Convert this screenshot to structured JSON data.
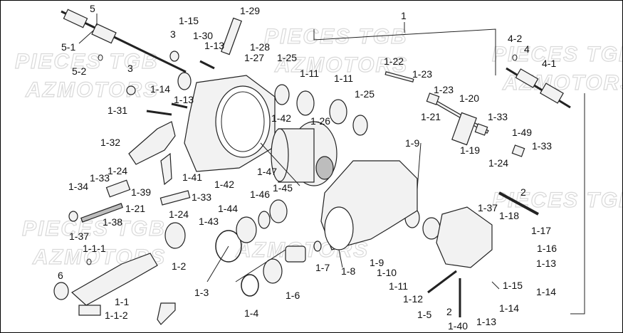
{
  "watermarks": [
    "PIECES TGB",
    "AZMOTORS",
    "PIECES TGB",
    "AZMOTORS",
    "PIECES TGB",
    "AZMOTORS",
    "PIECES TGB",
    "AZMOTORS",
    "PIECES TGB",
    "AZMOTORS"
  ],
  "callouts": [
    "5",
    "5-1",
    "5-2",
    "3",
    "3",
    "1-15",
    "1-30",
    "1-29",
    "1-28",
    "1-27",
    "1-13",
    "1-14",
    "1-13",
    "1-31",
    "1-32",
    "1-24",
    "1-33",
    "1-34",
    "1-39",
    "1-21",
    "1-24",
    "1-33",
    "1-37",
    "1-38",
    "1-41",
    "1-42",
    "1-47",
    "1-46",
    "1-42",
    "1-25",
    "1-11",
    "1-11",
    "1-25",
    "1-26",
    "1",
    "1-22",
    "1-23",
    "1-21",
    "1-23",
    "1-20",
    "1-33",
    "1-19",
    "1-49",
    "1-24",
    "1-33",
    "4-2",
    "4",
    "4-1",
    "1-9",
    "1-45",
    "1-44",
    "1-43",
    "2",
    "1-37",
    "1-18",
    "1-17",
    "1-16",
    "1-13",
    "1-14",
    "1-15",
    "1-14",
    "1-1-1",
    "6",
    "1-1",
    "1-1-2",
    "1-2",
    "1-3",
    "1-4",
    "1-6",
    "1-7",
    "1-8",
    "1-9",
    "1-10",
    "1-11",
    "1-12",
    "1-5",
    "2",
    "1-40",
    "1-13"
  ]
}
